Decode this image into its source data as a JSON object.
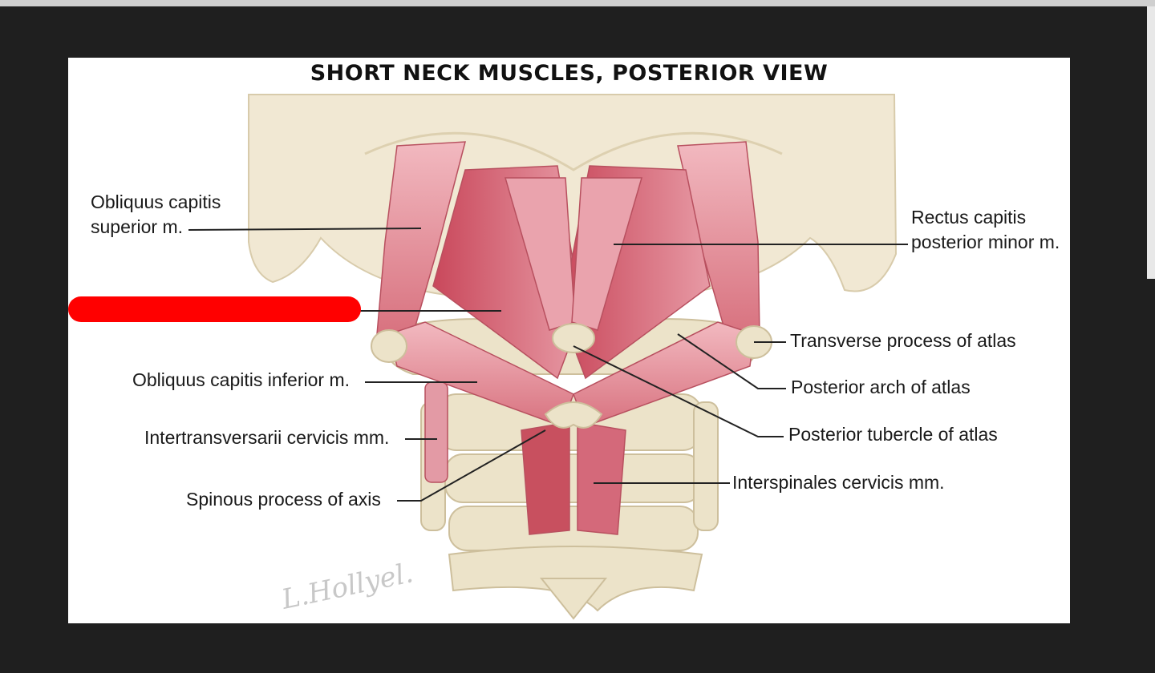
{
  "title": "SHORT NECK MUSCLES, POSTERIOR VIEW",
  "labels": {
    "obliquus_superior_line1": "Obliquus capitis",
    "obliquus_superior_line2": "superior m.",
    "rectus_minor_line1": "Rectus capitis",
    "rectus_minor_line2": "posterior minor m.",
    "transverse_process": "Transverse process of atlas",
    "obliquus_inferior": "Obliquus capitis inferior m.",
    "posterior_arch": "Posterior arch of atlas",
    "intertransversarii": "Intertransversarii cervicis mm.",
    "posterior_tubercle": "Posterior tubercle of atlas",
    "spinous_process": "Spinous process of axis",
    "interspinales": "Interspinales cervicis mm."
  },
  "signature": "L.Hollyel.",
  "colors": {
    "background": "#1f1f1f",
    "panel": "#ffffff",
    "muscle": "#e3919b",
    "bone": "#efe6cf",
    "redaction": "#ff0000"
  }
}
